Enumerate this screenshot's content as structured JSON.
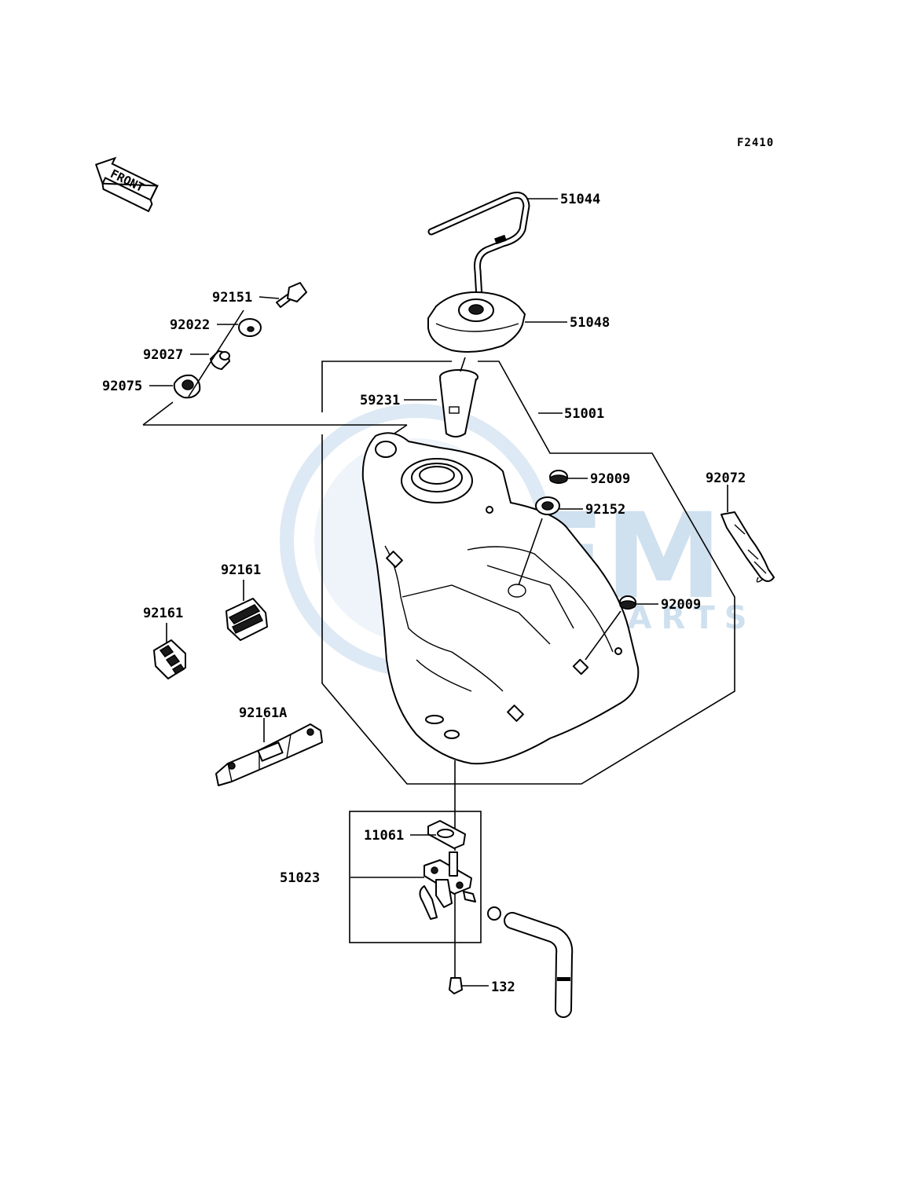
{
  "diagram_code": "F2410",
  "direction_badge": "FRONT",
  "watermark": {
    "brand": "OEM",
    "sub": "MOTORPARTS"
  },
  "parts": {
    "p51044": "51044",
    "p51048": "51048",
    "p51001": "51001",
    "p59231": "59231",
    "p92151": "92151",
    "p92022": "92022",
    "p92027": "92027",
    "p92075": "92075",
    "p92009a": "92009",
    "p92152": "92152",
    "p92009b": "92009",
    "p92072": "92072",
    "p92161a": "92161",
    "p92161b": "92161",
    "p92161A": "92161A",
    "p11061": "11061",
    "p51023": "51023",
    "p132": "132"
  },
  "colors": {
    "line": "#000000",
    "watermark": "#cfe0ef"
  }
}
